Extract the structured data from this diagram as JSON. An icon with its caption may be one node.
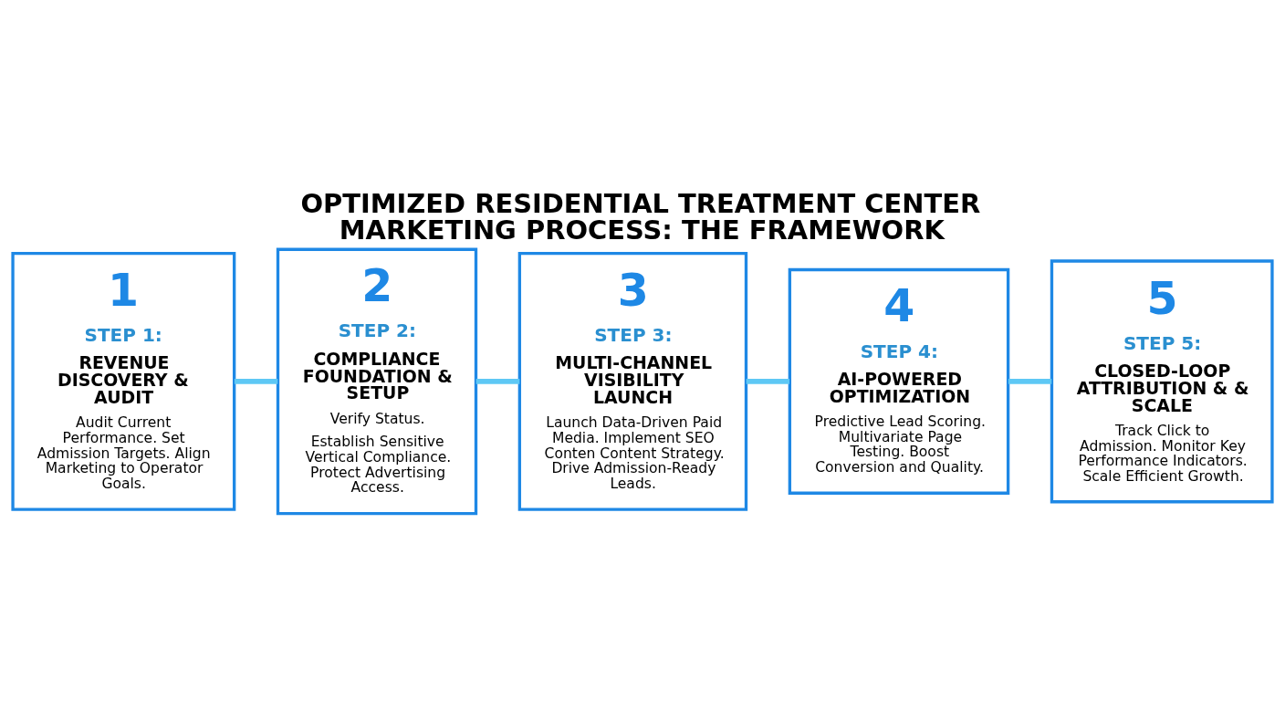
{
  "diagram": {
    "title": "OPTIMIZED RESIDENTIAL TREATMENT CENTER MARKETING PROCESS: THE FRAMEWORK",
    "nodes": [
      {
        "text": [
          "1",
          "STEP 1:",
          "REVENUE DISCOVERY & AUDIT",
          "Audit Current Performance. Set Admission Targets. Align Marketing to Operator Goals."
        ]
      },
      {
        "text": [
          "2",
          "STEP 2:",
          "COMPLIANCE FOUNDATION & SETUP",
          "Verify Status.",
          "Establish Sensitive Vertical Compliance. Protect Advertising Access."
        ]
      },
      {
        "text": [
          "3",
          "STEP 3:",
          "MULTI-CHANNEL VISIBILITY LAUNCH",
          "Launch Data-Driven Paid Media. Implement SEO Conten Content Strategy. Drive Admission-Ready Leads."
        ]
      },
      {
        "text": [
          "4",
          "STEP 4:",
          "AI-POWERED OPTIMIZATION",
          "Predictive Lead Scoring. Multivariate Page Testing. Boost Conversion and Quality."
        ]
      },
      {
        "text": [
          "5",
          "STEP 5:",
          "CLOSED-LOOP ATTRIBUTION & & SCALE",
          "Track Click to Admission. Monitor Key Performance Indicators. Scale Efficient Growth."
        ]
      }
    ],
    "edges": [
      {
        "from": 0,
        "to": 1,
        "arrow": "none"
      },
      {
        "from": 1,
        "to": 2,
        "arrow": "none"
      },
      {
        "from": 2,
        "to": 3,
        "arrow": "none"
      },
      {
        "from": 3,
        "to": 4,
        "arrow": "none"
      }
    ]
  }
}
